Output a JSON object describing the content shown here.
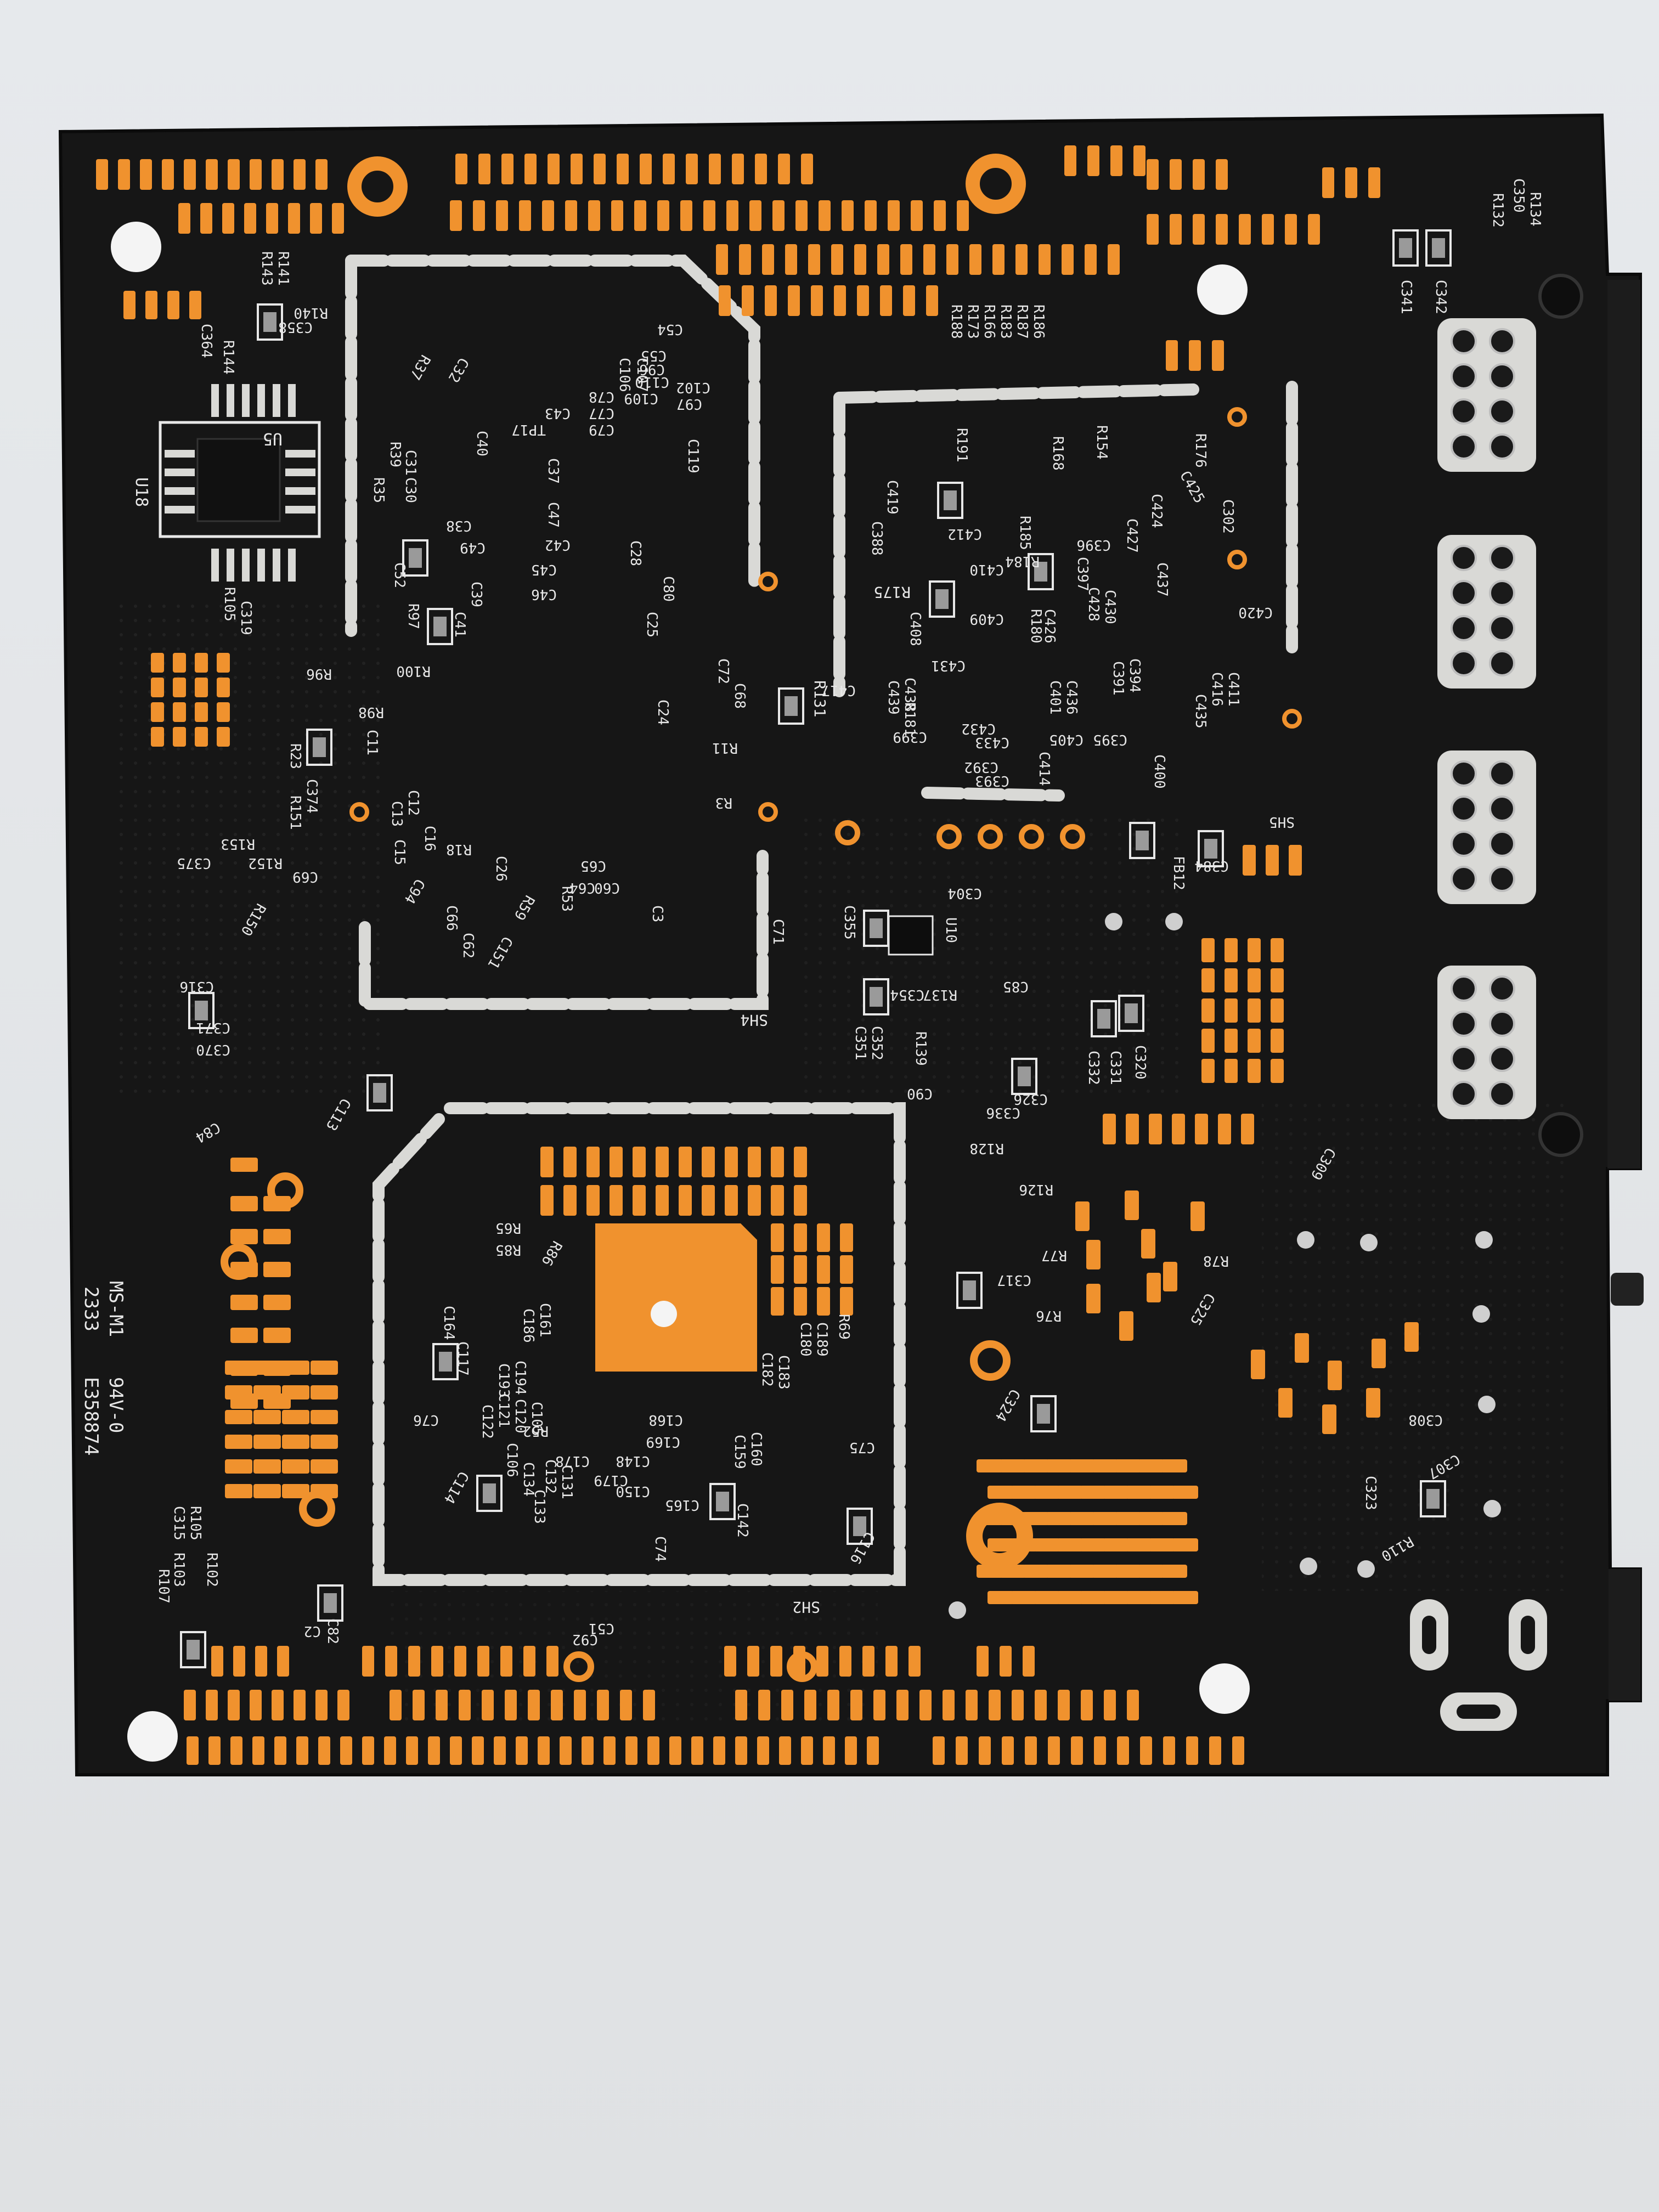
{
  "colors": {
    "background_top": "#e6e9ec",
    "background_bottom": "#dfe1e3",
    "board": "#161616",
    "board_edge": "#0b0b0b",
    "pad": "#f0922e",
    "pad_dark": "#e07f1a",
    "silver": "#d9d9d6",
    "silkscreen": "#e8e8e8",
    "connector": "#1c1c1c"
  },
  "labels": {
    "u18": "U18",
    "u5": "U5",
    "u10": "U10",
    "tp17": "TP17",
    "sh4": "SH4",
    "sh2": "SH2",
    "sh5": "SH5",
    "fb12": "FB12",
    "r141": "R141",
    "r143": "R143",
    "c364": "C364",
    "r144": "R144",
    "c358": "C358",
    "r140": "R140",
    "r134": "R134",
    "c350": "C350",
    "r132": "R132",
    "c341": "C341",
    "c342": "C342",
    "c97": "C97",
    "c102": "C102",
    "c110": "C110",
    "c109": "C109",
    "c119": "C119",
    "c96": "C96",
    "c107": "C107",
    "c106": "C106",
    "r186": "R186",
    "r187": "R187",
    "r183": "R183",
    "r166": "R166",
    "r173": "R173",
    "r188": "R188",
    "r154": "R154",
    "r176": "R176",
    "r168": "R168",
    "r191": "R191",
    "c419": "C419",
    "c388": "C388",
    "r175": "R175",
    "c408": "C408",
    "c420": "C420",
    "c302": "C302",
    "r131": "R131",
    "c417": "C417",
    "c399": "C399",
    "c393": "C393",
    "c414": "C414",
    "c384": "C384",
    "c304": "C304",
    "c355": "C355",
    "c354": "C354",
    "r137": "R137",
    "c352": "C352",
    "c351": "C351",
    "r139": "R139",
    "c90": "C90",
    "c85": "C85",
    "c332": "C332",
    "c331": "C331",
    "c320": "C320",
    "c326": "C326",
    "c336": "C336",
    "r128": "R128",
    "r126": "R126",
    "c309": "C309",
    "c317": "C317",
    "r77": "R77",
    "r76": "R76",
    "r78": "R78",
    "c325": "C325",
    "c324": "C324",
    "c308": "C308",
    "c307": "C307",
    "c323": "C323",
    "r110": "R110",
    "c375": "C375",
    "r153": "R153",
    "c69": "C69",
    "r152": "R152",
    "r150": "R150",
    "c374": "C374",
    "r151": "R151",
    "r23": "R23",
    "c319": "C319",
    "r105": "R105",
    "r96": "R96",
    "c316": "C316",
    "c371": "C371",
    "c370": "C370",
    "c113": "C113",
    "c84": "C84",
    "r65": "R65",
    "c164": "C164",
    "c117": "C117",
    "c76": "C76",
    "c114": "C114",
    "c75": "C75",
    "c116": "C116",
    "c74": "C74",
    "c165": "C165",
    "c150": "C150",
    "c142": "C142",
    "r69": "R69",
    "c182": "C182",
    "c183": "C183",
    "r52": "R52",
    "c40": "C40",
    "c38": "C38",
    "c52": "C52",
    "c49": "C49",
    "c42": "C42",
    "c45": "C45",
    "c46": "C46",
    "c28": "C28",
    "c39": "C39",
    "c41": "C41",
    "r97": "R97",
    "c80": "C80",
    "c25": "C25",
    "c72": "C72",
    "c68": "C68",
    "r11": "R11",
    "r3": "R3",
    "c3": "C3",
    "c71": "C71",
    "c94": "C94",
    "r53": "R53",
    "c43": "C43",
    "c47": "C47",
    "c31": "C31",
    "c30": "C30",
    "r39": "R39",
    "r35": "R35",
    "c54": "C54",
    "c55": "C55",
    "c78": "C78",
    "c77": "C77",
    "c79": "C79",
    "c37": "C37",
    "r37": "R37",
    "c32": "C32",
    "c24": "C24",
    "r100": "R100",
    "r98": "R98",
    "c11": "C11",
    "c12": "C12",
    "c13": "C13",
    "c15": "C15",
    "c16": "C16",
    "r18": "R18",
    "r59": "R59",
    "c151": "C151",
    "c66": "C66",
    "c62": "C62",
    "c26": "C26",
    "c65": "C65",
    "c64": "C64",
    "c60": "C60",
    "c51": "C51",
    "c2": "C2",
    "c315": "C315",
    "r102": "R102",
    "r103": "R103",
    "r107": "R107",
    "c82": "C82",
    "c92": "C92",
    "c186": "C186",
    "c161": "C161",
    "c193": "C193",
    "c194": "C194",
    "c121": "C121",
    "c122": "C122",
    "c120": "C120",
    "c105": "C105",
    "c106b": "C106",
    "c179": "C179",
    "c160": "C160",
    "c159": "C159",
    "c169": "C169",
    "c168": "C168",
    "c148": "C148",
    "c178": "C178",
    "c180": "C180",
    "c189": "C189",
    "r85": "R85",
    "r86": "R86",
    "c132": "C132",
    "c131": "C131",
    "c134": "C134",
    "c133": "C133",
    "c401": "C401",
    "c405": "C405",
    "c395": "C395",
    "c400": "C400",
    "c394": "C394",
    "c391": "C391",
    "c411": "C411",
    "c416": "C416",
    "c435": "C435",
    "c436": "C436",
    "c431": "C431",
    "c433": "C433",
    "c432": "C432",
    "c392": "C392",
    "c426": "C426",
    "c430": "C430",
    "c428": "C428",
    "c437": "C437",
    "c424": "C424",
    "c425": "C425",
    "c427": "C427",
    "c396": "C396",
    "c412": "C412",
    "c410": "C410",
    "c409": "C409",
    "c397": "C397",
    "r180": "R180",
    "r181": "R181",
    "r185": "R185",
    "r184": "R184",
    "c438": "C438",
    "c439": "C439",
    "marking_ms": "MS-M1",
    "marking_94v": "94V-0",
    "marking_date": "2333",
    "marking_ul": "E358874"
  }
}
